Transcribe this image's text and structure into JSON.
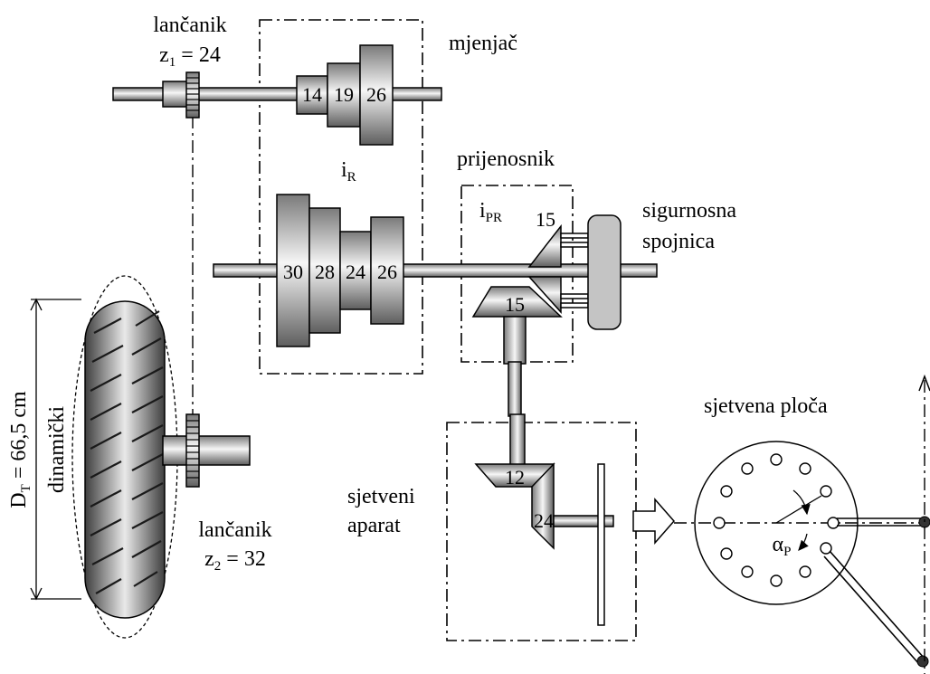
{
  "labels": {
    "sprocket_top": "lančanik",
    "sprocket_top_sym": "z",
    "sprocket_top_sub": "1",
    "sprocket_top_val": " = 24",
    "gearbox": "mjenjač",
    "ratio_r_sym": "i",
    "ratio_r_sub": "R",
    "transmission": "prijenosnik",
    "ratio_pr_sym": "i",
    "ratio_pr_sub": "PR",
    "safety_coupling_line1": "sigurnosna",
    "safety_coupling_line2": "spojnica",
    "seed_plate": "sjetvena ploča",
    "seeding_unit_line1": "sjetveni",
    "seeding_unit_line2": "aparat",
    "sprocket_bottom": "lančanik",
    "sprocket_bottom_sym": "z",
    "sprocket_bottom_sub": "2",
    "sprocket_bottom_val": " = 32",
    "wheel_diameter_sym": "D",
    "wheel_diameter_sub": "T",
    "wheel_diameter_val": " = 66,5 cm",
    "wheel_dynamic": "dinamički",
    "angle_sym": "α",
    "angle_sub": "P"
  },
  "gears": {
    "upper_shaft": [
      "14",
      "19",
      "26"
    ],
    "lower_shaft": [
      "30",
      "28",
      "24",
      "26"
    ],
    "bevel_upper": "15",
    "bevel_lower": "15",
    "seed_bevel_small": "12",
    "seed_bevel_large": "24"
  },
  "colors": {
    "metal_dark": "#6e6e6e",
    "metal_light": "#f4f4f4",
    "tyre_dark": "#4a4a4a",
    "outline": "#000000"
  }
}
